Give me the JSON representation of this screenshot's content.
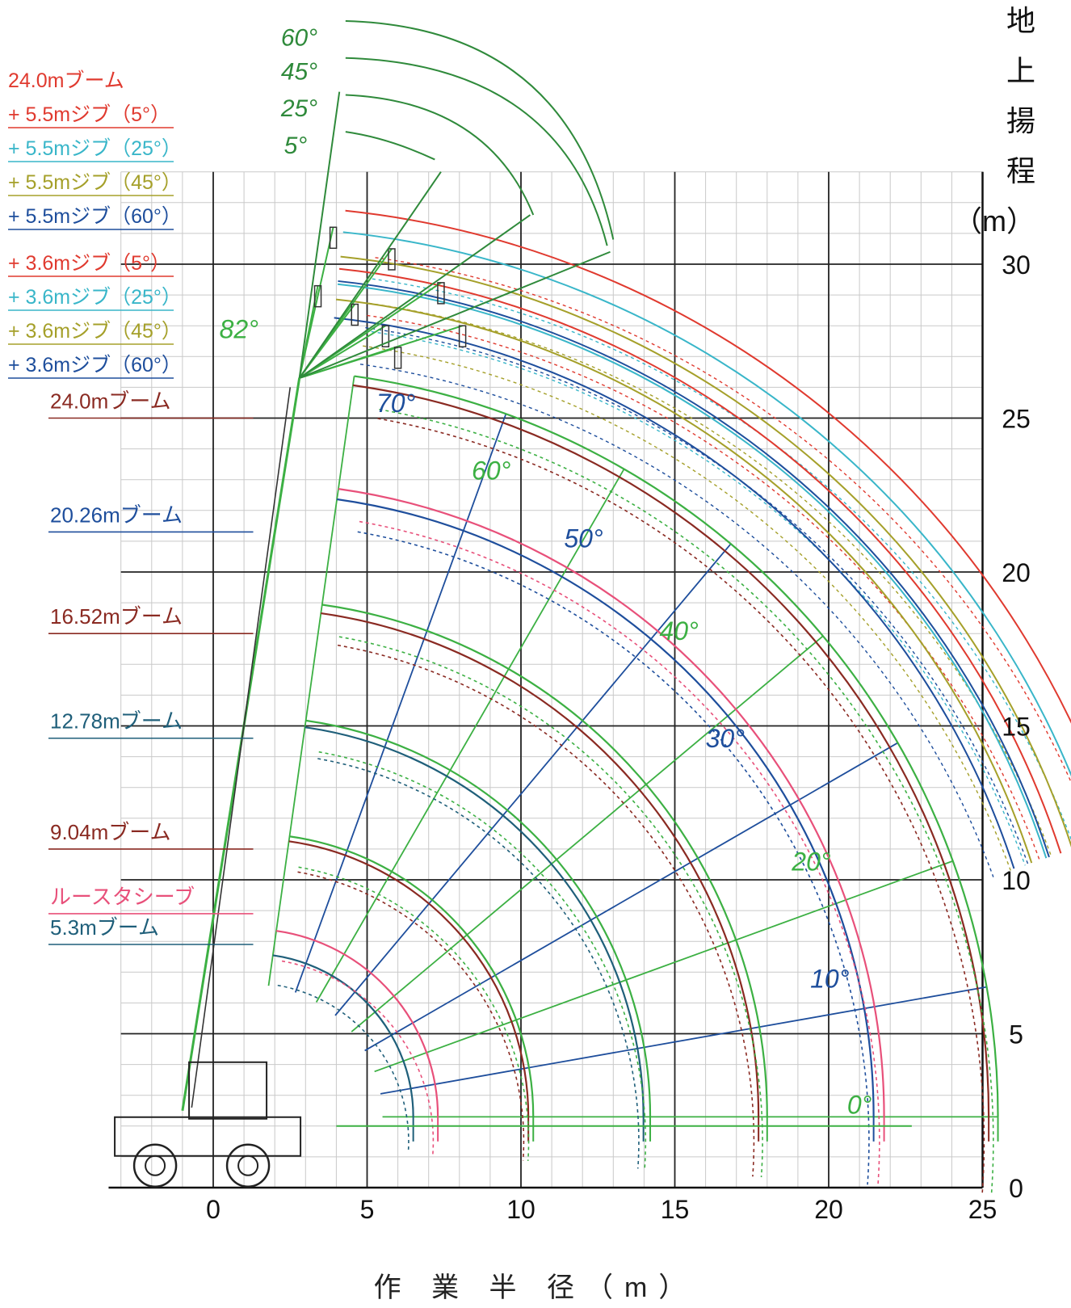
{
  "chart_data": {
    "type": "crane-working-range",
    "xlabel": "作 業 半 径（m）",
    "ylabel_chars": [
      "地",
      "上",
      "揚",
      "程",
      "（m）"
    ],
    "xlim": [
      -3,
      25
    ],
    "ylim": [
      0,
      34
    ],
    "x_ticks": [
      0,
      5,
      10,
      15,
      20,
      25
    ],
    "y_ticks": [
      0,
      5,
      10,
      15,
      20,
      25,
      30
    ],
    "grid": true,
    "colors": {
      "red": "#e03a2f",
      "cyan": "#39b6c9",
      "olive": "#a5a02a",
      "blue": "#1e4e9c",
      "brown": "#8a2a22",
      "pink": "#e8507a",
      "green": "#3cb043",
      "darkgreen": "#2f8a3b",
      "teal": "#1f5f7a"
    },
    "boom_labels": [
      {
        "text": "24.0mブーム",
        "color": "#8a2a22",
        "height": 25.0
      },
      {
        "text": "20.26mブーム",
        "color": "#1e4e9c",
        "height": 21.3
      },
      {
        "text": "16.52mブーム",
        "color": "#8a2a22",
        "height": 18.0
      },
      {
        "text": "12.78mブーム",
        "color": "#1f5f7a",
        "height": 14.6
      },
      {
        "text": "9.04mブーム",
        "color": "#8a2a22",
        "height": 11.0
      },
      {
        "text": "ルースタシーブ",
        "color": "#e8507a",
        "height": 8.9
      },
      {
        "text": "5.3mブーム",
        "color": "#1f5f7a",
        "height": 7.9
      }
    ],
    "jib_labels": [
      {
        "text": "24.0mブーム",
        "color": "#e03a2f"
      },
      {
        "text": "+ 5.5mジブ（5°）",
        "color": "#e03a2f"
      },
      {
        "text": "+ 5.5mジブ（25°）",
        "color": "#39b6c9"
      },
      {
        "text": "+ 5.5mジブ（45°）",
        "color": "#a5a02a"
      },
      {
        "text": "+ 5.5mジブ（60°）",
        "color": "#1e4e9c"
      },
      {
        "text": "+ 3.6mジブ（5°）",
        "color": "#e03a2f"
      },
      {
        "text": "+ 3.6mジブ（25°）",
        "color": "#39b6c9"
      },
      {
        "text": "+ 3.6mジブ（45°）",
        "color": "#a5a02a"
      },
      {
        "text": "+ 3.6mジブ（60°）",
        "color": "#1e4e9c"
      }
    ],
    "boom_arcs": [
      {
        "name": "5.3mブーム",
        "pivot": [
          1.2,
          2.3
        ],
        "length": 5.3,
        "color": "#1f5f7a"
      },
      {
        "name": "ルースタシーブ",
        "pivot": [
          1.2,
          2.3
        ],
        "length": 6.1,
        "color": "#e8507a"
      },
      {
        "name": "9.04mブーム",
        "pivot": [
          1.2,
          2.3
        ],
        "length": 9.04,
        "color": "#8a2a22"
      },
      {
        "name": "9.04mブーム",
        "pivot": [
          1.2,
          2.3
        ],
        "length": 9.2,
        "color": "#3cb043"
      },
      {
        "name": "12.78mブーム",
        "pivot": [
          1.2,
          2.3
        ],
        "length": 12.78,
        "color": "#1f5f7a"
      },
      {
        "name": "12.78mブーム",
        "pivot": [
          1.2,
          2.3
        ],
        "length": 13.0,
        "color": "#3cb043"
      },
      {
        "name": "16.52mブーム",
        "pivot": [
          1.2,
          2.3
        ],
        "length": 16.52,
        "color": "#8a2a22"
      },
      {
        "name": "16.52mブーム",
        "pivot": [
          1.2,
          2.3
        ],
        "length": 16.8,
        "color": "#3cb043"
      },
      {
        "name": "20.26mブーム",
        "pivot": [
          1.2,
          2.3
        ],
        "length": 20.26,
        "color": "#1e4e9c"
      },
      {
        "name": "20.26mブーム",
        "pivot": [
          1.2,
          2.3
        ],
        "length": 20.6,
        "color": "#e8507a"
      },
      {
        "name": "24.0mブーム",
        "pivot": [
          1.2,
          2.3
        ],
        "length": 24.0,
        "color": "#8a2a22"
      },
      {
        "name": "24.0mブーム",
        "pivot": [
          1.2,
          2.3
        ],
        "length": 24.3,
        "color": "#3cb043"
      }
    ],
    "jib_arcs": [
      {
        "name": "+ 5.5mジブ（5°）",
        "r": 29.6,
        "color": "#e03a2f"
      },
      {
        "name": "+ 5.5mジブ（25°）",
        "r": 28.9,
        "color": "#39b6c9"
      },
      {
        "name": "+ 5.5mジブ（45°）",
        "r": 28.1,
        "color": "#a5a02a"
      },
      {
        "name": "+ 5.5mジブ（60°）",
        "r": 27.3,
        "color": "#1e4e9c"
      },
      {
        "name": "+ 3.6mジブ（5°）",
        "r": 27.7,
        "color": "#e03a2f"
      },
      {
        "name": "+ 3.6mジブ（25°）",
        "r": 27.2,
        "color": "#39b6c9"
      },
      {
        "name": "+ 3.6mジブ（45°）",
        "r": 26.7,
        "color": "#a5a02a"
      },
      {
        "name": "+ 3.6mジブ（60°）",
        "r": 26.1,
        "color": "#1e4e9c"
      }
    ],
    "angle_rays": [
      {
        "label": "0°",
        "deg": 0,
        "color": "#3cb043",
        "label_pos": [
          20.6,
          2.4
        ]
      },
      {
        "label": "10°",
        "deg": 10,
        "color": "#1e4e9c",
        "label_pos": [
          19.4,
          6.5
        ]
      },
      {
        "label": "20°",
        "deg": 20,
        "color": "#3cb043",
        "label_pos": [
          18.8,
          10.3
        ]
      },
      {
        "label": "30°",
        "deg": 30,
        "color": "#1e4e9c",
        "label_pos": [
          16.0,
          14.3
        ]
      },
      {
        "label": "40°",
        "deg": 40,
        "color": "#3cb043",
        "label_pos": [
          14.5,
          17.8
        ]
      },
      {
        "label": "50°",
        "deg": 50,
        "color": "#1e4e9c",
        "label_pos": [
          11.4,
          20.8
        ]
      },
      {
        "label": "60°",
        "deg": 60,
        "color": "#3cb043",
        "label_pos": [
          8.4,
          23.0
        ]
      },
      {
        "label": "70°",
        "deg": 70,
        "color": "#1e4e9c",
        "label_pos": [
          5.3,
          25.2
        ]
      },
      {
        "label": "82°",
        "deg": 82,
        "color": "#3cb043",
        "label_pos": [
          0.2,
          27.6
        ]
      }
    ],
    "jib_angle_labels": [
      {
        "label": "60°",
        "color": "#2f8a3b",
        "pos": [
          2.2,
          37.1
        ]
      },
      {
        "label": "45°",
        "color": "#2f8a3b",
        "pos": [
          2.2,
          36.0
        ]
      },
      {
        "label": "25°",
        "color": "#2f8a3b",
        "pos": [
          2.2,
          34.8
        ]
      },
      {
        "label": "5°",
        "color": "#2f8a3b",
        "pos": [
          2.3,
          33.6
        ]
      }
    ]
  }
}
